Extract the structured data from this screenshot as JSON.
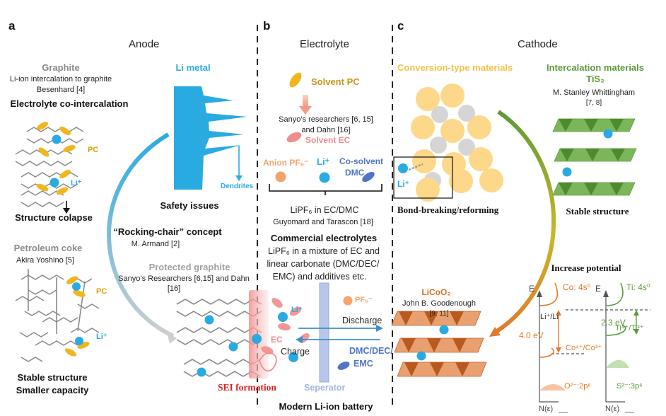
{
  "panels": {
    "a": "a",
    "b": "b",
    "c": "c"
  },
  "headers": {
    "anode": "Anode",
    "electrolyte": "Electrolyte",
    "cathode": "Cathode"
  },
  "anode": {
    "graphite_title": "Graphite",
    "graphite_desc": "Li-ion intercalation to graphite",
    "graphite_ref": "Besenhard [4]",
    "co_intercalation": "Electrolyte co-intercalation",
    "pc1": "PC",
    "li1": "Li⁺",
    "collapse": "Structure colapse",
    "coke_title": "Petroleum coke",
    "coke_ref": "Akira  Yoshino [5]",
    "pc2": "PC",
    "li2": "Li⁺",
    "stable1": "Stable structure",
    "stable2": "Smaller capacity",
    "li_metal": "Li metal",
    "dendrites": "Dendrites",
    "safety": "Safety issues",
    "rocking": "“Rocking-chair” concept",
    "armand": "M. Armand [2]",
    "protected": "Protected graphite",
    "protected_ref1": "Sanyo’s Researchers [6,15] and Dahn",
    "protected_ref2": "[16]"
  },
  "electrolyte": {
    "solvent_pc": "Solvent PC",
    "sanyo1": "Sanyo’s researchers [6, 15]",
    "sanyo2": "and Dahn [16]",
    "solvent_ec": "Solvent EC",
    "anion": "Anion PF₆⁻",
    "li": "Li⁺",
    "cosolvent1": "Co-solvent",
    "cosolvent2": "DMC",
    "lipf6": "LiPF₆ in EC/DMC",
    "guyomard": "Guyomard and Tarascon  [18]",
    "commercial": "Commercial electrolytes",
    "desc1": "LiPF₆ in a mixture of EC and",
    "desc2": "linear carbonate (DMC/DEC/",
    "desc3": "EMC) and additives etc.",
    "li_cell": "Li⁺",
    "ec_cell": "EC",
    "pf6_cell": "PF₆⁻",
    "discharge": "Discharge",
    "charge": "Charge",
    "dmc1": "DMC/DEC/",
    "dmc2": "EMC",
    "sei": "SEI  formation",
    "separator": "Seperator",
    "battery": "Modern Li-ion battery"
  },
  "cathode": {
    "conversion": "Conversion-type materials",
    "li": "Li⁺",
    "bond": "Bond-breaking/reforming",
    "intercalation": "Intercalation materials",
    "tis2": "TiS₂",
    "whittingham": "M. Stanley Whittingham",
    "whittingham_ref": "[7, 8]",
    "stable": "Stable structure",
    "increase": "Increase potential",
    "licoo2": "LiCoO₂",
    "goodenough": "John B. Goodenough",
    "goodenough_ref": "[9, 11]",
    "e1": "E",
    "e2": "E",
    "co4s": "Co: 4s⁰",
    "ti4s": "Ti: 4s⁰",
    "lili": "Li⁺/Li",
    "v23": "2.3 eV",
    "tiratio": "Ti⁴⁺/Ti³⁺",
    "v40": "4.0 eV",
    "coratio": "Co⁴⁺/Co³⁺",
    "o2p": "O²⁻:2p⁶",
    "s3p": "S²⁻:3p⁶",
    "ne1": "N(ε)",
    "ne2": "N(ε)"
  },
  "colors": {
    "li_blue": "#29abe2",
    "pc_yellow": "#f2b51c",
    "ec_pink": "#f08c8c",
    "pf6_orange": "#f4a46a",
    "dmc_blue": "#4f74c8",
    "graphite_gray": "#8a8a8a",
    "green": "#5b9a3a",
    "cathode_orange": "#d4702a",
    "sei_red": "#e02020"
  }
}
